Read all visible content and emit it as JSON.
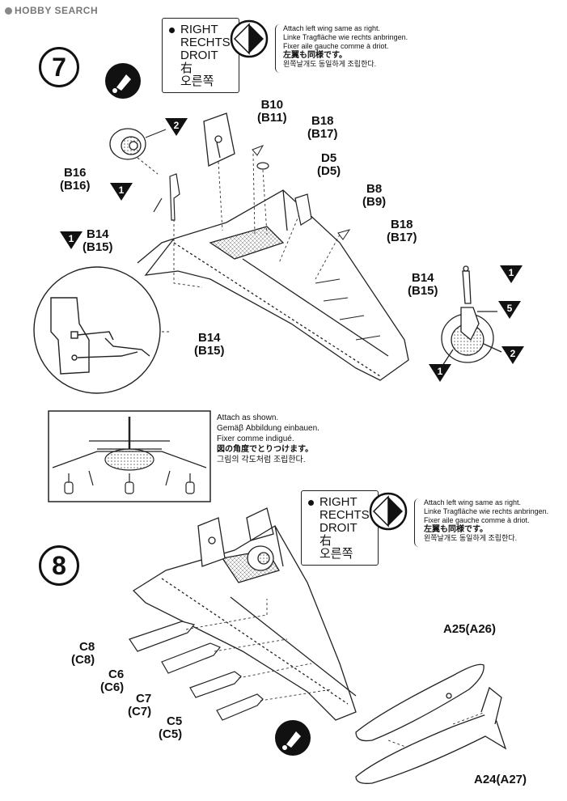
{
  "watermark": "HOBBY SEARCH",
  "steps": {
    "step7": {
      "number": "7",
      "side_box": [
        "RIGHT",
        "RECHTS",
        "DROIT",
        "右",
        "오른쪽"
      ],
      "note": [
        "Attach left wing same as right.",
        "Linke Tragfläche wie rechts anbringen.",
        "Fixer aile gauche comme à driot.",
        "左翼も同様です。",
        "왼쪽날개도 동일하게 조립한다."
      ],
      "parts": {
        "b10": {
          "name": "B10",
          "alt": "(B11)"
        },
        "b18_top": {
          "name": "B18",
          "alt": "(B17)"
        },
        "d5": {
          "name": "D5",
          "alt": "(D5)"
        },
        "b8": {
          "name": "B8",
          "alt": "(B9)"
        },
        "b18_mid": {
          "name": "B18",
          "alt": "(B17)"
        },
        "b16": {
          "name": "B16",
          "alt": "(B16)"
        },
        "b14_left": {
          "name": "B14",
          "alt": "(B15)"
        },
        "b14_right": {
          "name": "B14",
          "alt": "(B15)"
        },
        "b14_inset": {
          "name": "B14",
          "alt": "(B15)"
        }
      },
      "markers": [
        "2",
        "1",
        "1",
        "1",
        "5",
        "2",
        "1"
      ]
    },
    "attach_note": [
      "Attach as shown.",
      "Gemäβ Abbildung einbauen.",
      "Fixer comme indigué.",
      "図の角度でとりつけます。",
      "그림의 각도처럼 조립한다."
    ],
    "step8": {
      "number": "8",
      "side_box": [
        "RIGHT",
        "RECHTS",
        "DROIT",
        "右",
        "오른쪽"
      ],
      "note": [
        "Attach left wing same as right.",
        "Linke Tragfläche wie rechts anbringen.",
        "Fixer aile gauche comme à driot.",
        "左翼も同様です。",
        "왼쪽날개도 동일하게 조립한다."
      ],
      "parts": {
        "c8": {
          "name": "C8",
          "alt": "(C8)"
        },
        "c6": {
          "name": "C6",
          "alt": "(C6)"
        },
        "c7": {
          "name": "C7",
          "alt": "(C7)"
        },
        "c5": {
          "name": "C5",
          "alt": "(C5)"
        },
        "a25": {
          "name": "A25(A26)"
        },
        "a24": {
          "name": "A24(A27)"
        }
      }
    }
  },
  "icons": [
    "glue-icon",
    "glue-icon",
    "paint-icon",
    "paint-icon"
  ]
}
